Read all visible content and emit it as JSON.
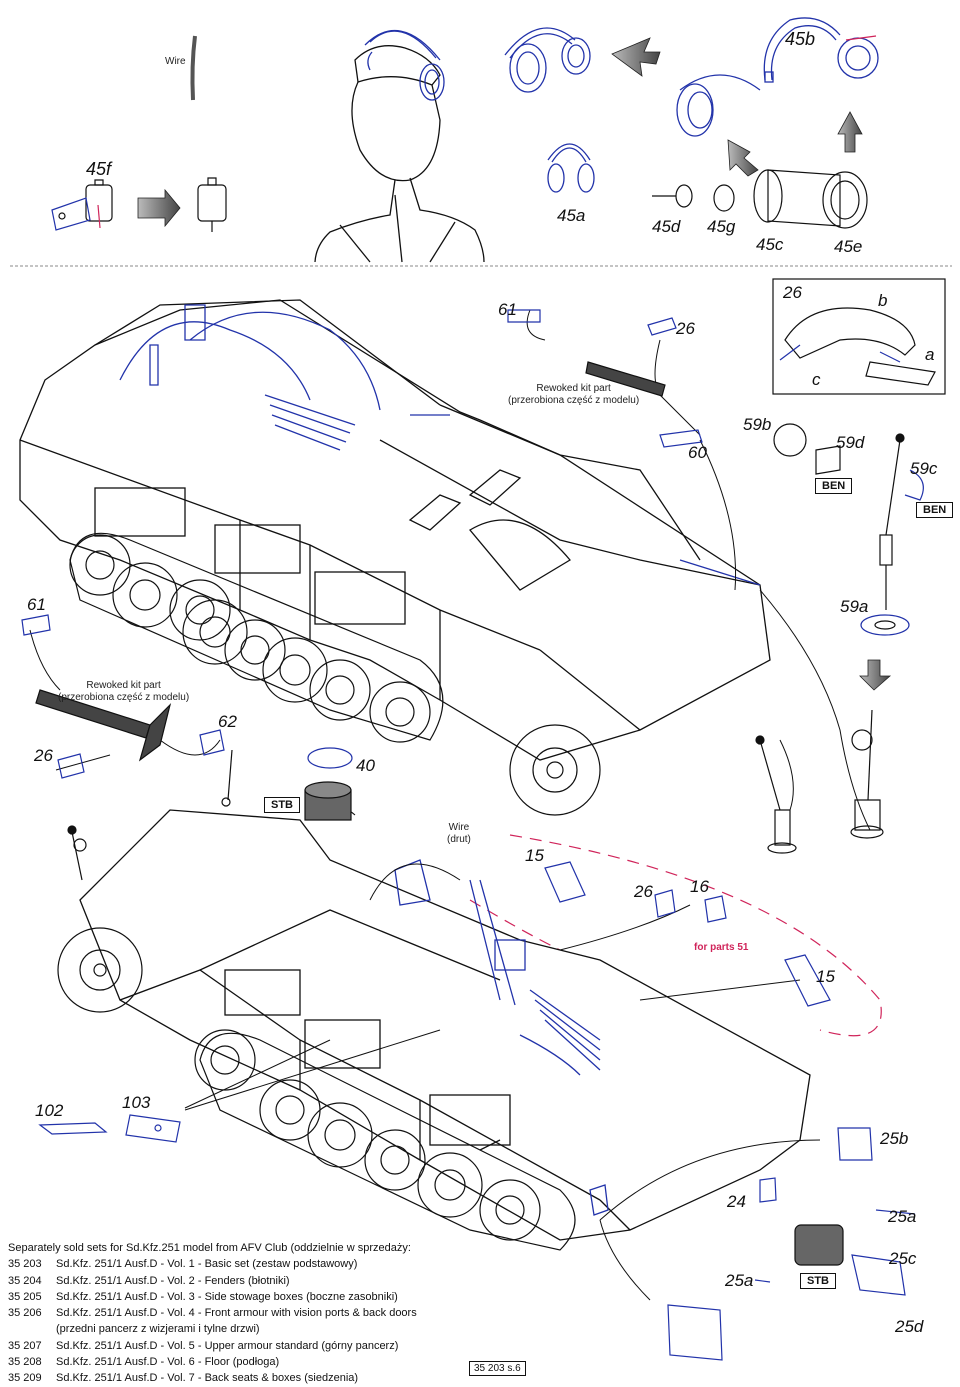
{
  "labels": {
    "l45b": "45b",
    "l45f": "45f",
    "l45a": "45a",
    "l45d": "45d",
    "l45g": "45g",
    "l45c": "45c",
    "l45e": "45e",
    "l61a": "61",
    "l26a": "26",
    "l26b": "26",
    "lb": "b",
    "la": "a",
    "lc": "c",
    "l59b": "59b",
    "l59d": "59d",
    "l59c": "59c",
    "l60": "60",
    "l61b": "61",
    "l59a": "59a",
    "l62": "62",
    "l26c": "26",
    "l40": "40",
    "l15a": "15",
    "l26d": "26",
    "l16": "16",
    "l15b": "15",
    "l102": "102",
    "l103": "103",
    "l25b": "25b",
    "l24": "24",
    "l25a1": "25a",
    "l25c": "25c",
    "l25a2": "25a",
    "l25d": "25d"
  },
  "notes": {
    "wire_top": "Wire",
    "wire_drut_1": "Wire",
    "wire_drut_2": "(drut)",
    "reworked_top_1": "Rewoked kit part",
    "reworked_top_2": "(przerobiona część z modelu)",
    "reworked_left_1": "Rewoked kit part",
    "reworked_left_2": "(przerobiona część z modelu)",
    "for_parts": "for parts 51"
  },
  "tags": {
    "ben1": "BEN",
    "ben2": "BEN",
    "stb1": "STB",
    "stb2": "STB"
  },
  "sets": {
    "heading": "Separately sold sets for Sd.Kfz.251 model from AFV Club (oddzielnie w sprzedaży:",
    "items": [
      {
        "code": "35 203",
        "text": "Sd.Kfz. 251/1 Ausf.D - Vol. 1 - Basic set (zestaw podstawowy)"
      },
      {
        "code": "35 204",
        "text": "Sd.Kfz. 251/1 Ausf.D - Vol. 2 - Fenders (błotniki)"
      },
      {
        "code": "35 205",
        "text": "Sd.Kfz. 251/1 Ausf.D - Vol. 3 - Side stowage boxes (boczne zasobniki)"
      },
      {
        "code": "35 206",
        "text": "Sd.Kfz. 251/1 Ausf.D - Vol. 4 - Front armour with vision ports & back doors (przedni pancerz z wizjerami i tylne drzwi)"
      },
      {
        "code": "35 207",
        "text": "Sd.Kfz. 251/1 Ausf.D - Vol. 5 - Upper armour standard (górny pancerz)"
      },
      {
        "code": "35 208",
        "text": "Sd.Kfz. 251/1 Ausf.D - Vol. 6 - Floor (podłoga)"
      },
      {
        "code": "35 209",
        "text": "Sd.Kfz. 251/1 Ausf.D - Vol. 7 - Back seats & boxes (siedzenia)"
      }
    ]
  },
  "page_ref": "35 203 s.6",
  "colors": {
    "line": "#111111",
    "detail": "#2233aa",
    "accent": "#d0245a",
    "arrow": "#666666"
  }
}
